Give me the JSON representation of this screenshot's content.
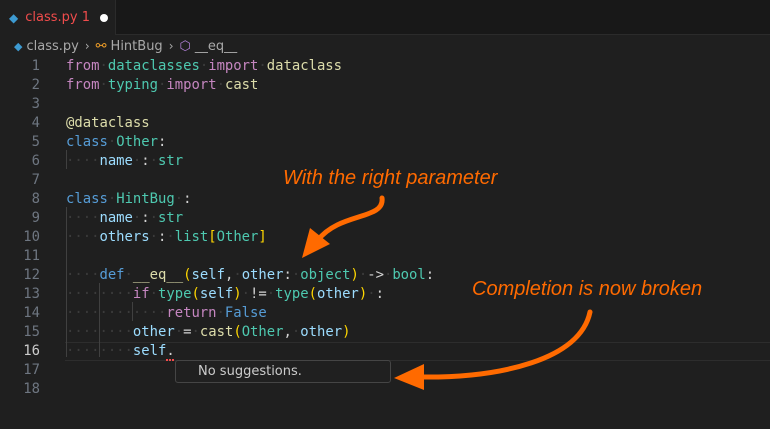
{
  "tab": {
    "filename": "class.py",
    "problem_count": "1",
    "modified": true,
    "icon": "python-icon"
  },
  "breadcrumb": {
    "file": "class.py",
    "class": "HintBug",
    "method": "__eq__"
  },
  "current_line": 16,
  "code": [
    [
      [
        "from",
        "kw"
      ],
      [
        " ",
        "ws"
      ],
      [
        "dataclasses",
        "ty"
      ],
      [
        " ",
        "ws"
      ],
      [
        "import",
        "kw"
      ],
      [
        " ",
        "ws"
      ],
      [
        "dataclass",
        "fn"
      ]
    ],
    [
      [
        "from",
        "kw"
      ],
      [
        " ",
        "ws"
      ],
      [
        "typing",
        "ty"
      ],
      [
        " ",
        "ws"
      ],
      [
        "import",
        "kw"
      ],
      [
        " ",
        "ws"
      ],
      [
        "cast",
        "fn"
      ]
    ],
    [],
    [
      [
        "@dataclass",
        "fn"
      ]
    ],
    [
      [
        "class",
        "st"
      ],
      [
        " ",
        "ws"
      ],
      [
        "Other",
        "ty"
      ],
      [
        ":",
        "pl"
      ]
    ],
    [
      [
        "    ",
        "ws"
      ],
      [
        "name",
        "va"
      ],
      [
        " ",
        "ws"
      ],
      [
        ":",
        "pl"
      ],
      [
        " ",
        "ws"
      ],
      [
        "str",
        "ty"
      ]
    ],
    [],
    [
      [
        "class",
        "st"
      ],
      [
        " ",
        "ws"
      ],
      [
        "HintBug",
        "ty"
      ],
      [
        " ",
        "ws"
      ],
      [
        ":",
        "pl"
      ]
    ],
    [
      [
        "    ",
        "ws"
      ],
      [
        "name",
        "va"
      ],
      [
        " ",
        "ws"
      ],
      [
        ":",
        "pl"
      ],
      [
        " ",
        "ws"
      ],
      [
        "str",
        "ty"
      ]
    ],
    [
      [
        "    ",
        "ws"
      ],
      [
        "others",
        "va"
      ],
      [
        " ",
        "ws"
      ],
      [
        ":",
        "pl"
      ],
      [
        " ",
        "ws"
      ],
      [
        "list",
        "ty"
      ],
      [
        "[",
        "br"
      ],
      [
        "Other",
        "ty"
      ],
      [
        "]",
        "br"
      ]
    ],
    [],
    [
      [
        "    ",
        "ws"
      ],
      [
        "def",
        "st"
      ],
      [
        " ",
        "ws"
      ],
      [
        "__eq__",
        "fn"
      ],
      [
        "(",
        "br"
      ],
      [
        "self",
        "va"
      ],
      [
        ",",
        "pl"
      ],
      [
        " ",
        "ws"
      ],
      [
        "other",
        "va"
      ],
      [
        ":",
        "pl"
      ],
      [
        " ",
        "ws"
      ],
      [
        "object",
        "ty"
      ],
      [
        ")",
        "br"
      ],
      [
        " ",
        "ws"
      ],
      [
        "->",
        "pl"
      ],
      [
        " ",
        "ws"
      ],
      [
        "bool",
        "ty"
      ],
      [
        ":",
        "pl"
      ]
    ],
    [
      [
        "        ",
        "ws"
      ],
      [
        "if",
        "kw"
      ],
      [
        " ",
        "ws"
      ],
      [
        "type",
        "ty"
      ],
      [
        "(",
        "br"
      ],
      [
        "self",
        "va"
      ],
      [
        ")",
        "br"
      ],
      [
        " ",
        "ws"
      ],
      [
        "!=",
        "pl"
      ],
      [
        " ",
        "ws"
      ],
      [
        "type",
        "ty"
      ],
      [
        "(",
        "br"
      ],
      [
        "other",
        "va"
      ],
      [
        ")",
        "br"
      ],
      [
        " ",
        "ws"
      ],
      [
        ":",
        "pl"
      ]
    ],
    [
      [
        "            ",
        "ws"
      ],
      [
        "return",
        "kw"
      ],
      [
        " ",
        "ws"
      ],
      [
        "False",
        "st"
      ]
    ],
    [
      [
        "        ",
        "ws"
      ],
      [
        "other",
        "va"
      ],
      [
        " ",
        "ws"
      ],
      [
        "=",
        "pl"
      ],
      [
        " ",
        "ws"
      ],
      [
        "cast",
        "fn"
      ],
      [
        "(",
        "br"
      ],
      [
        "Other",
        "ty"
      ],
      [
        ",",
        "pl"
      ],
      [
        " ",
        "ws"
      ],
      [
        "other",
        "va"
      ],
      [
        ")",
        "br"
      ]
    ],
    [
      [
        "        ",
        "ws"
      ],
      [
        "self",
        "va"
      ],
      [
        ".",
        "pl"
      ]
    ],
    [],
    []
  ],
  "suggest_widget": {
    "message": "No suggestions."
  },
  "annotations": {
    "top": "With the right parameter",
    "bottom": "Completion is now broken",
    "color": "#ff6a00"
  }
}
